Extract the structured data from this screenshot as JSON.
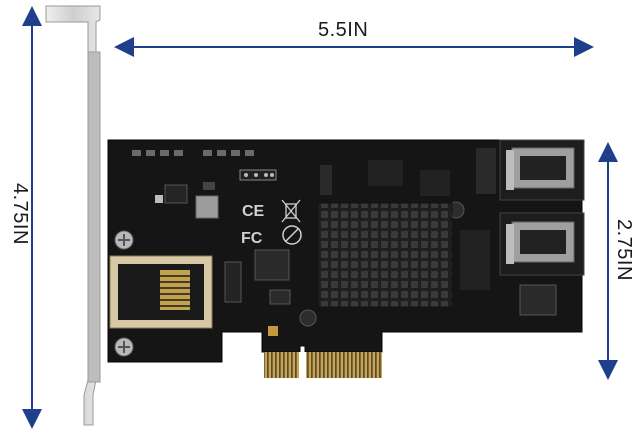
{
  "dimensions": {
    "width_label": "5.5IN",
    "height_label": "4.75IN",
    "connector_span_label": "2.75IN"
  },
  "colors": {
    "background": "#ffffff",
    "pcb": "#151515",
    "bracket": "#d7d7d7",
    "heatsink": "#2b2b2b",
    "gold_fingers": "#c9a34d",
    "arrows": "#1f3f8c"
  },
  "icons": [
    "ce-mark",
    "fcc-mark",
    "weee-bin-mark",
    "pb-free-mark"
  ]
}
